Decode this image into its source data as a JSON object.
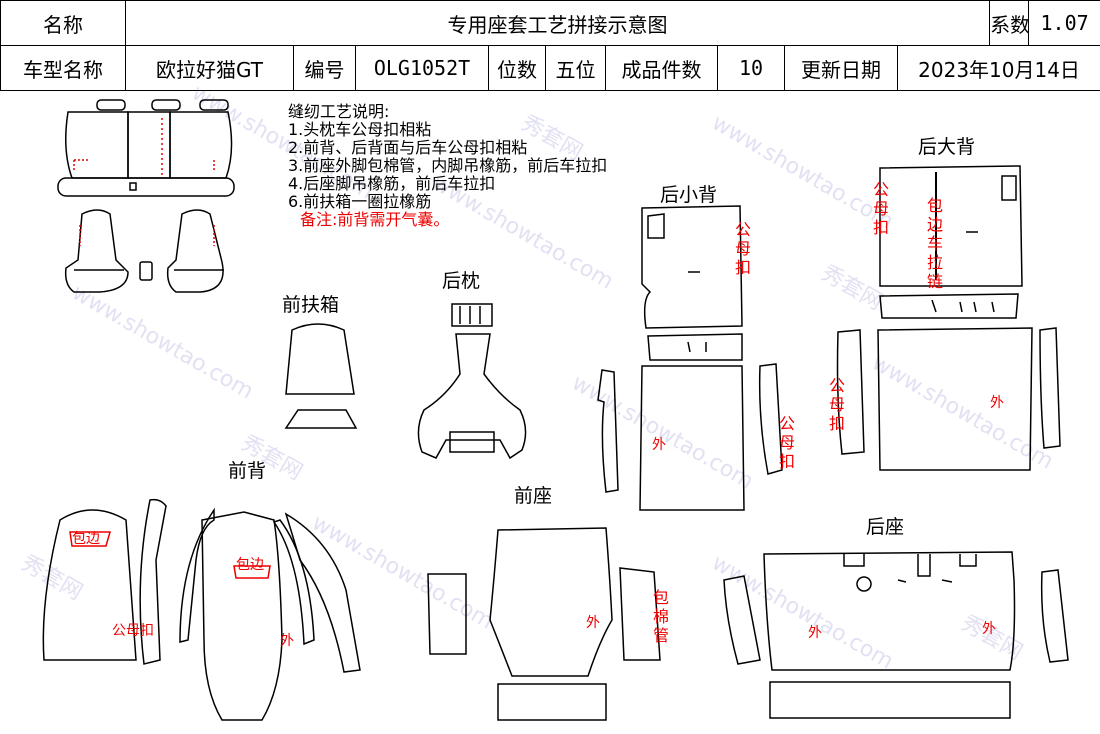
{
  "header": {
    "name_label": "名称",
    "title": "专用座套工艺拼接示意图",
    "coef_label": "系数",
    "coef_value": "1.07",
    "model_label": "车型名称",
    "model_value": "欧拉好猫GT",
    "code_label": "编号",
    "code_value": "OLG1052T",
    "seats_label": "位数",
    "seats_value": "五位",
    "pieces_label": "成品件数",
    "pieces_value": "10",
    "update_label": "更新日期",
    "update_value": "2023年10月14日"
  },
  "notes": {
    "title": "缝纫工艺说明:",
    "items": [
      "1.头枕车公母扣相粘",
      "2.前背、后背面与后车公母扣相粘",
      "3.前座外脚包棉管，内脚吊橡筋，前后车拉扣",
      "4.后座脚吊橡筋，前后车拉扣",
      "6.前扶箱一圈拉橡筋"
    ],
    "remark": "备注:前背需开气囊。"
  },
  "labels": {
    "armrest": "前扶箱",
    "rear_headrest": "后枕",
    "rear_small_back": "后小背",
    "rear_big_back": "后大背",
    "front_back": "前背",
    "front_seat": "前座",
    "rear_seat": "后座"
  },
  "annotations": {
    "snap": "公母扣",
    "outer": "外",
    "binding": "包边",
    "cotton_tube": "包棉管",
    "binding_zipper": "包边车拉链"
  },
  "watermark": {
    "brand_cn": "秀套网",
    "url": "www.showtao.com"
  },
  "colors": {
    "annotation": "#e00000",
    "watermark": "#8888cc",
    "line": "#000000"
  }
}
